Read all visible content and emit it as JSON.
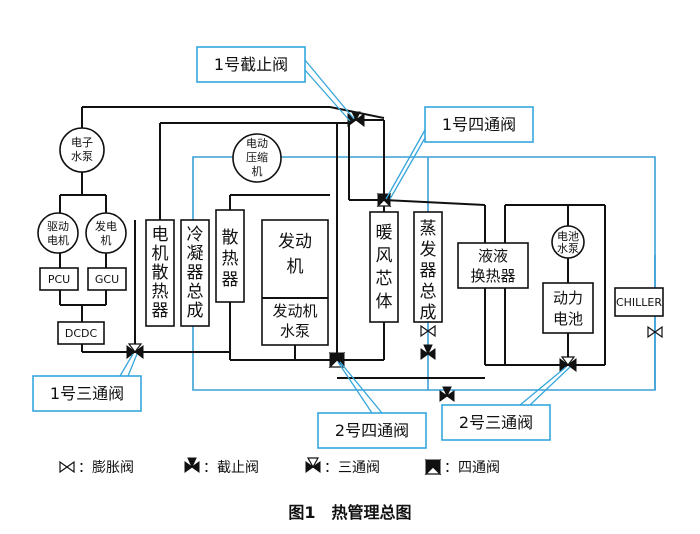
{
  "callouts": {
    "stop_valve_1": "1号截止阀",
    "four_way_1": "1号四通阀",
    "three_way_1": "1号三通阀",
    "four_way_2": "2号四通阀",
    "three_way_2": "2号三通阀"
  },
  "components": {
    "electronic_pump": [
      "电子",
      "水泵"
    ],
    "e_compressor": [
      "电动",
      "压缩",
      "机"
    ],
    "drive_motor": [
      "驱动",
      "电机"
    ],
    "generator": [
      "发电",
      "机"
    ],
    "pcu": "PCU",
    "gcu": "GCU",
    "dcdc": "DCDC",
    "motor_radiator": [
      "电",
      "机",
      "散",
      "热",
      "器"
    ],
    "condenser": [
      "冷",
      "凝",
      "器",
      "总",
      "成"
    ],
    "radiator": [
      "散",
      "热",
      "器"
    ],
    "engine": [
      "发动",
      "机"
    ],
    "engine_pump": [
      "发动机",
      "水泵"
    ],
    "heater_core": [
      "暖",
      "风",
      "芯",
      "体"
    ],
    "evaporator": [
      "蒸",
      "发",
      "器",
      "总",
      "成"
    ],
    "liquid_hx": [
      "液液",
      "换热器"
    ],
    "battery_pump": [
      "电池",
      "水泵"
    ],
    "battery": [
      "动力",
      "电池"
    ],
    "chiller": "CHILLER"
  },
  "legend": {
    "expansion": "：膨胀阀",
    "stop": "：截止阀",
    "three_way": "：三通阀",
    "four_way": "：四通阀"
  },
  "caption": "图1　热管理总图"
}
